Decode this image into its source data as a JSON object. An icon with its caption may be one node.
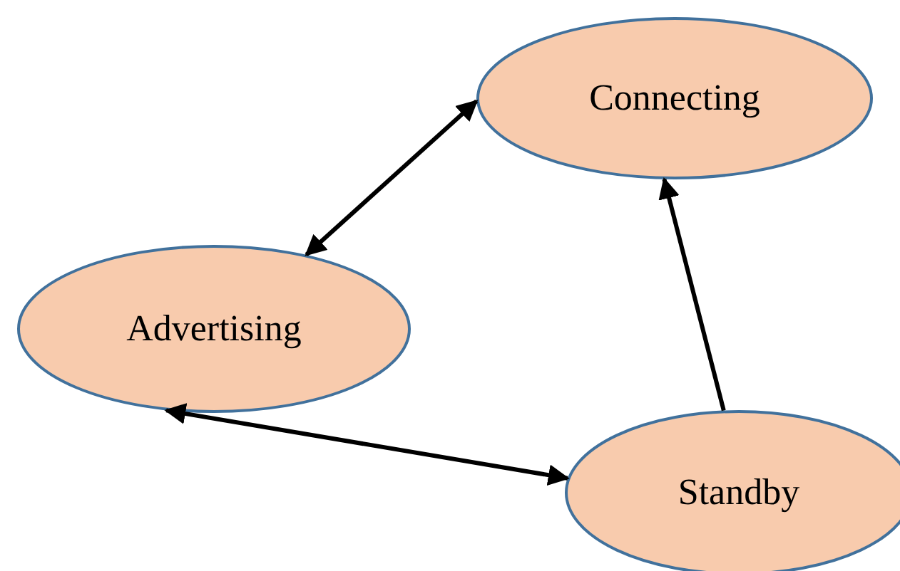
{
  "diagram": {
    "nodes": [
      {
        "text": [
          "Connecting"
        ]
      },
      {
        "text": [
          "Advertising"
        ]
      },
      {
        "text": [
          "Standby"
        ]
      }
    ],
    "edges": [
      {
        "from": 1,
        "to": 0,
        "arrow": "both"
      },
      {
        "from": 1,
        "to": 2,
        "arrow": "both"
      },
      {
        "from": 2,
        "to": 0,
        "arrow": "to"
      }
    ]
  }
}
